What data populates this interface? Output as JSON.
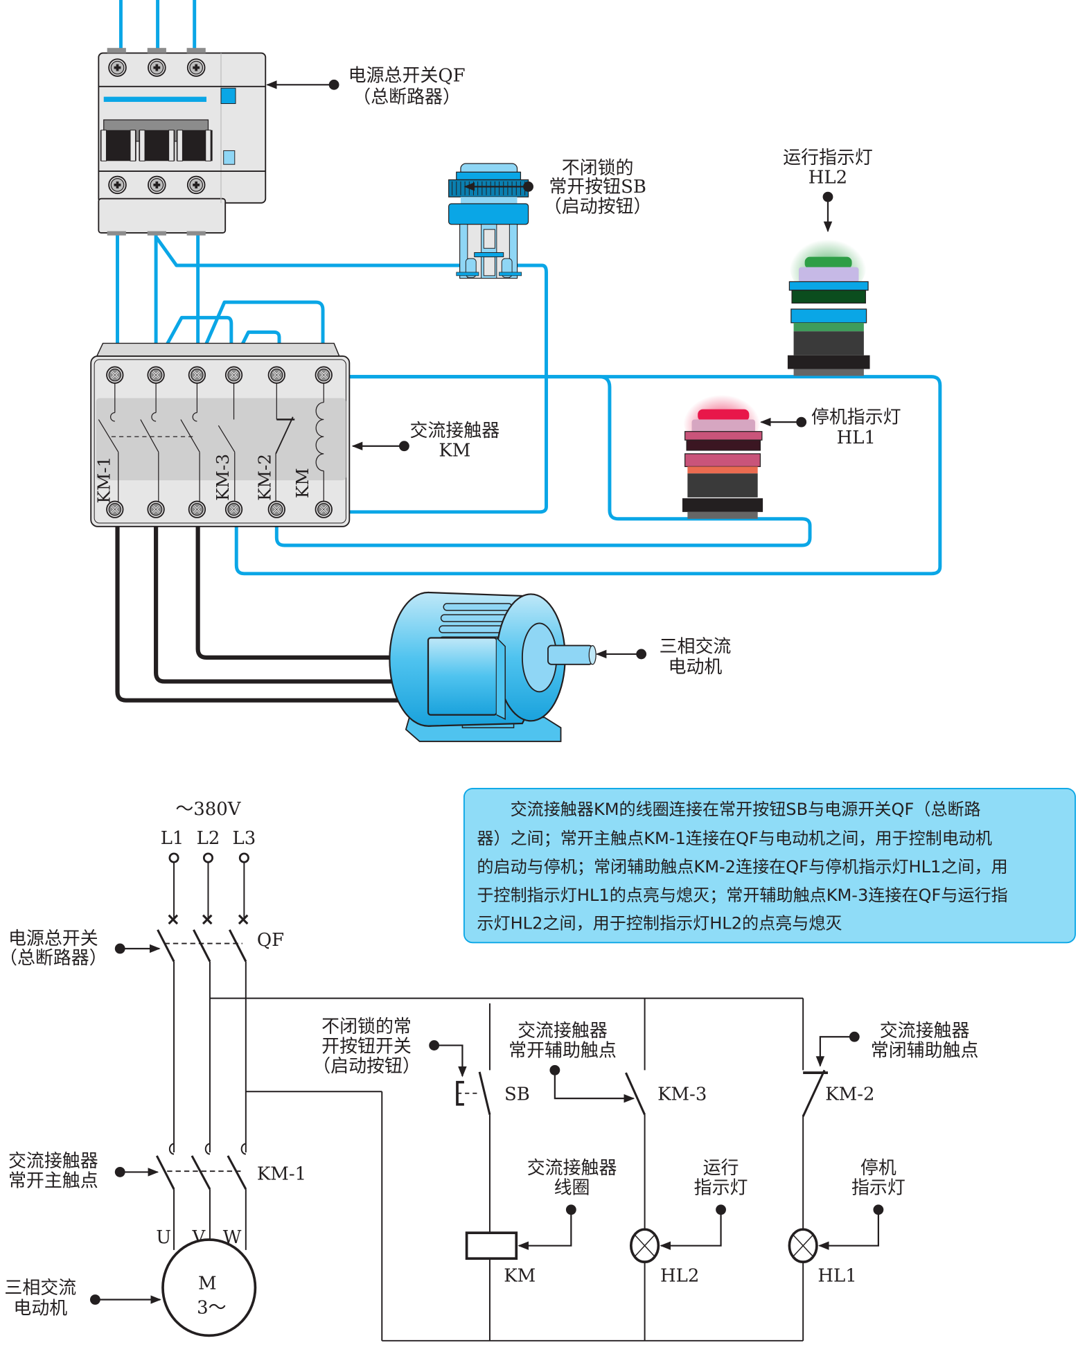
{
  "colors": {
    "wire_blue": "#0aa6e6",
    "wire_black": "#231f20",
    "note_bg": "#8fdcf7",
    "note_border": "#0aa6e6",
    "lamp_green": "#2e9e46",
    "lamp_red": "#e8174a"
  },
  "pictorial": {
    "breaker_label": [
      "电源总开关QF",
      "（总断路器）"
    ],
    "button_label": [
      "不闭锁的",
      "常开按钮SB",
      "（启动按钮）"
    ],
    "hl2_label": [
      "运行指示灯",
      "HL2"
    ],
    "hl1_label": [
      "停机指示灯",
      "HL1"
    ],
    "contactor_label": [
      "交流接触器",
      "KM"
    ],
    "motor_label": [
      "三相交流",
      "电动机"
    ],
    "contactor_terminal_labels": [
      "KM-1",
      "KM-3",
      "KM-2",
      "KM"
    ]
  },
  "note": {
    "lines": [
      "　　交流接触器KM的线圈连接在常开按钮SB与电源开关QF（总断路",
      "器）之间；常开主触点KM-1连接在QF与电动机之间，用于控制电动机",
      "的启动与停机；常闭辅助触点KM-2连接在QF与停机指示灯HL1之间，用",
      "于控制指示灯HL1的点亮与熄灭；常开辅助触点KM-3连接在QF与运行指",
      "示灯HL2之间，用于控制指示灯HL2的点亮与熄灭"
    ]
  },
  "schematic": {
    "supply": "～380V",
    "phases": [
      "L1",
      "L2",
      "L3"
    ],
    "qf_tag": "QF",
    "qf_label": [
      "电源总开关",
      "（总断路器）"
    ],
    "km1_tag": "KM-1",
    "km1_label": [
      "交流接触器",
      "常开主触点"
    ],
    "motor_terms": [
      "U",
      "V",
      "W"
    ],
    "motor_symbol": [
      "M",
      "3～"
    ],
    "motor_label": [
      "三相交流",
      "电动机"
    ],
    "sb_tag": "SB",
    "sb_label": [
      "不闭锁的常",
      "开按钮开关",
      "（启动按钮）"
    ],
    "km3_tag": "KM-3",
    "km3_label": [
      "交流接触器",
      "常开辅助触点"
    ],
    "km2_tag": "KM-2",
    "km2_label": [
      "交流接触器",
      "常闭辅助触点"
    ],
    "coil_tag": "KM",
    "coil_label": [
      "交流接触器",
      "线圈"
    ],
    "hl2_tag": "HL2",
    "hl2_label": [
      "运行",
      "指示灯"
    ],
    "hl1_tag": "HL1",
    "hl1_label": [
      "停机",
      "指示灯"
    ]
  }
}
